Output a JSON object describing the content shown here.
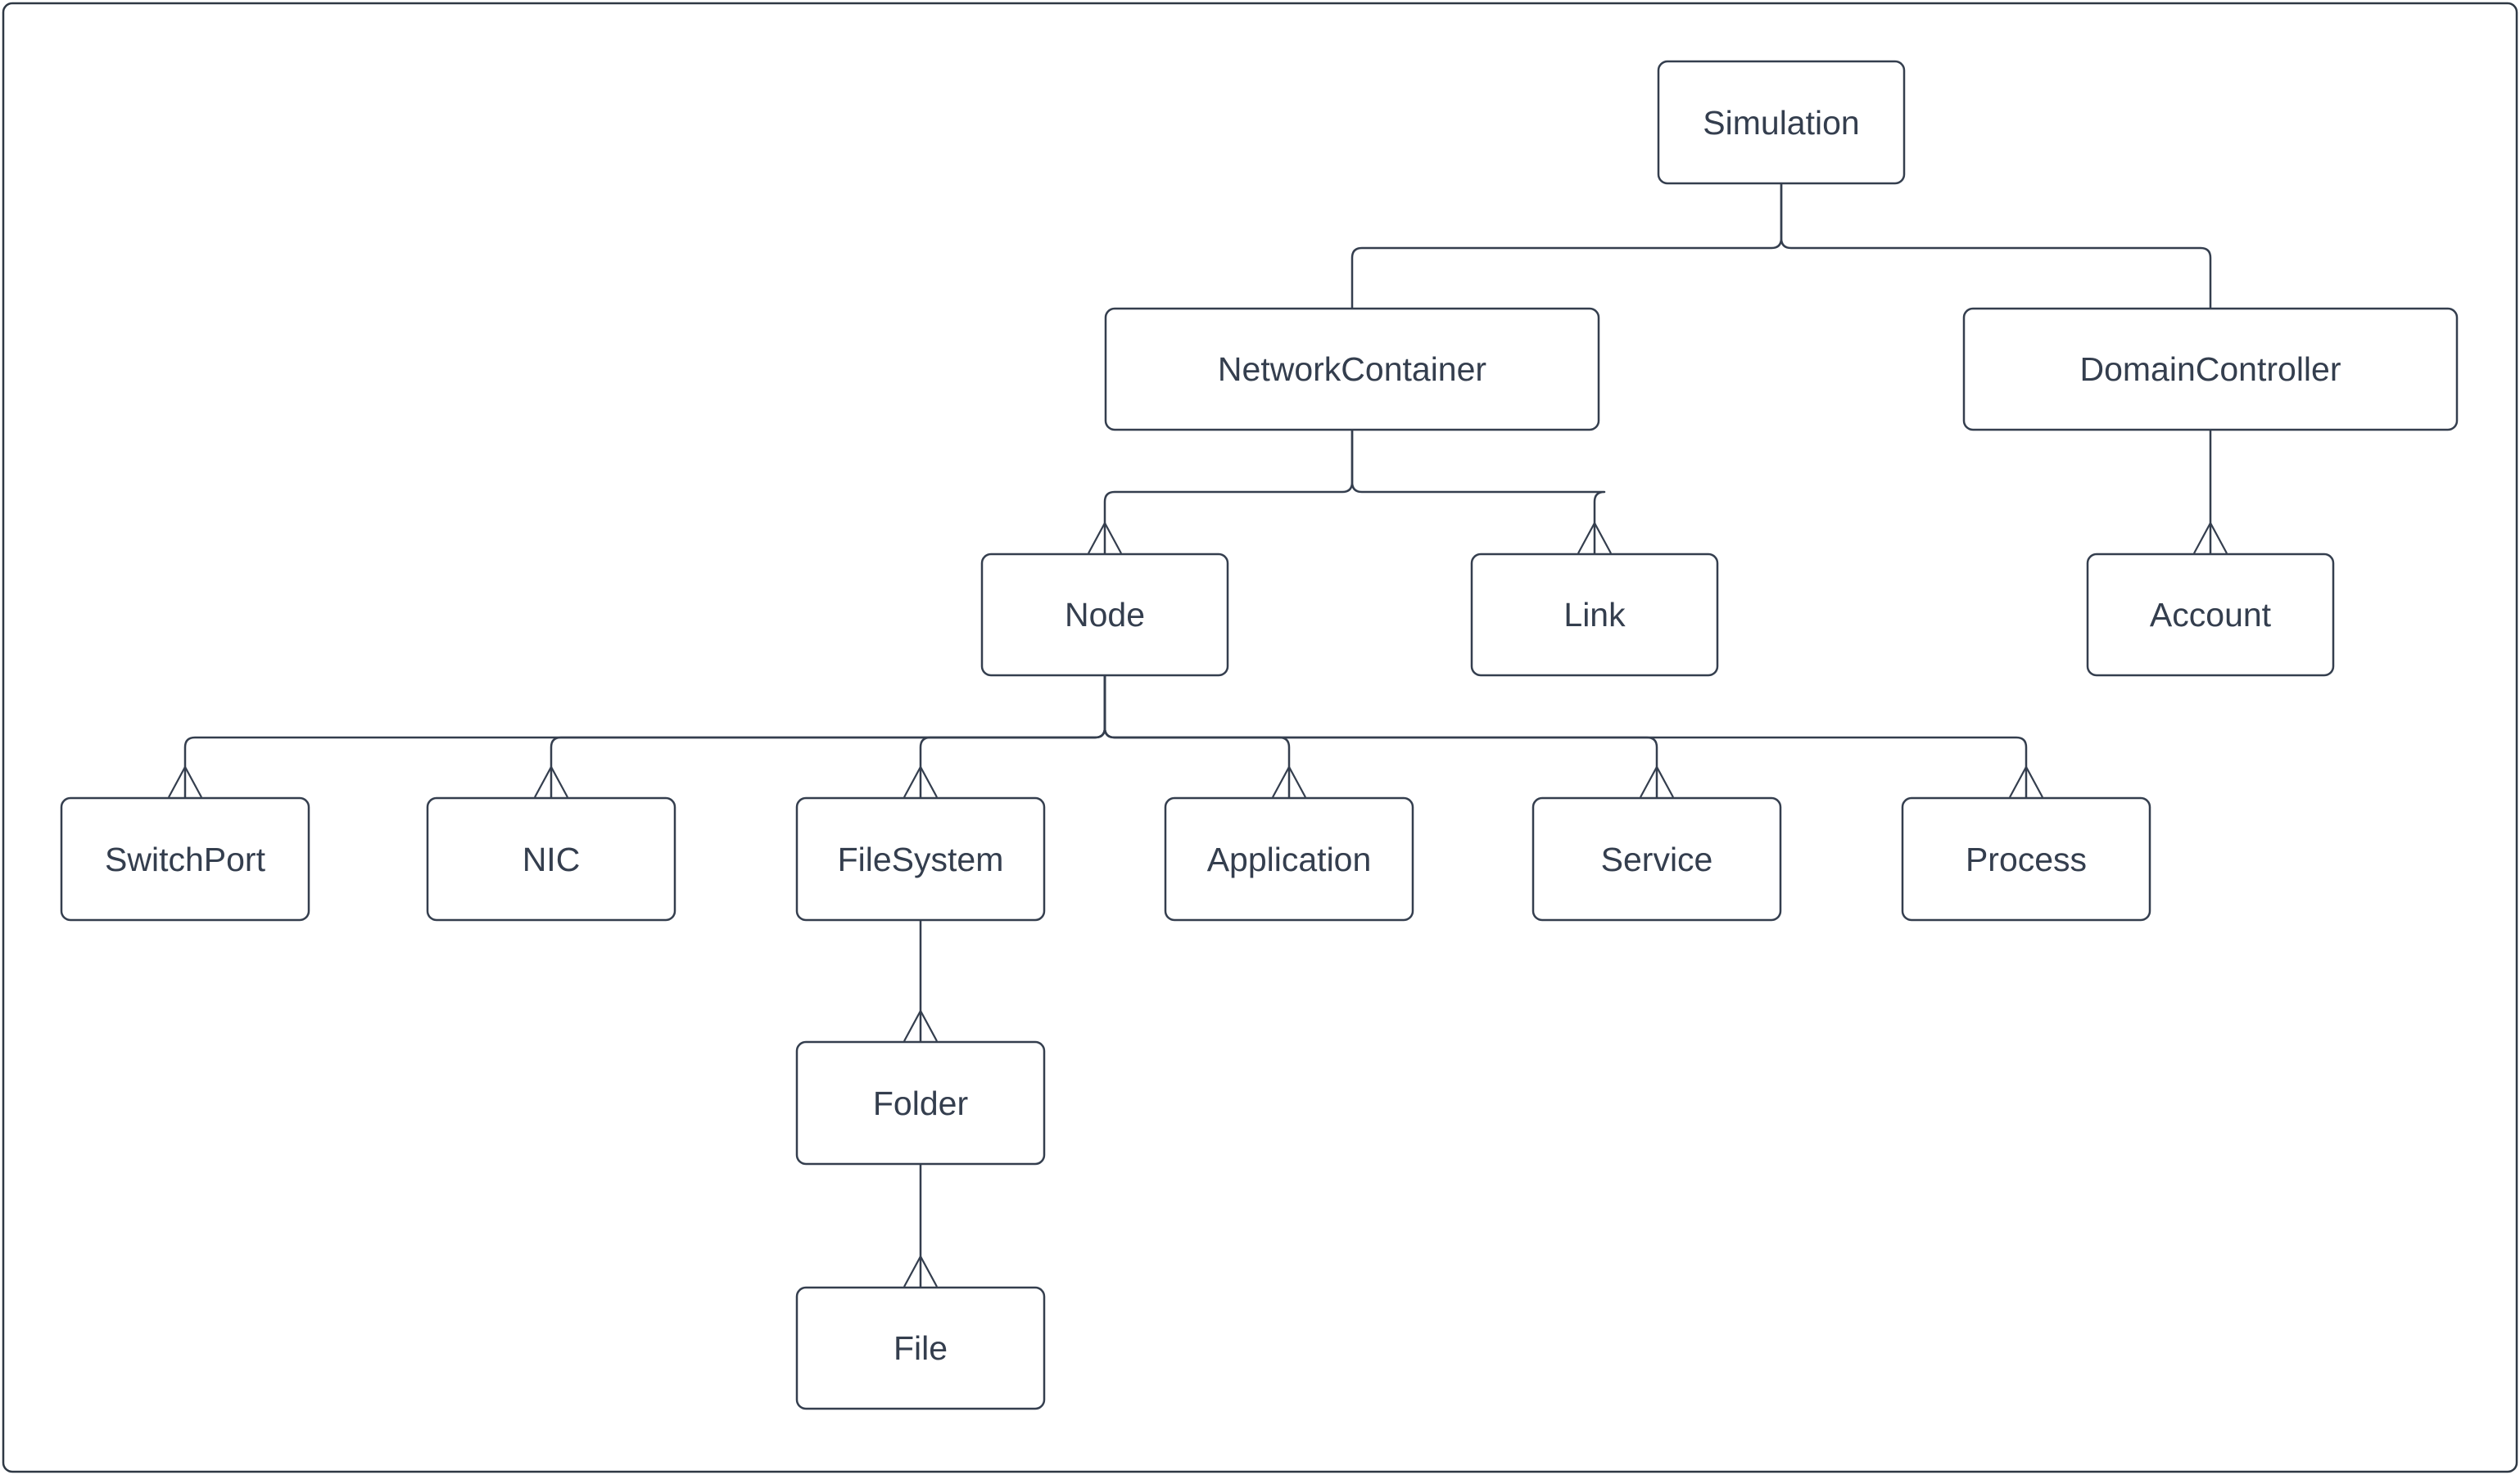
{
  "diagram": {
    "background_color": "#ffffff",
    "stroke_color": "#343e4e",
    "text_color": "#343e4e",
    "arrowhead_style": "open-triangle-up",
    "nodes": [
      {
        "id": "simulation",
        "label": "Simulation"
      },
      {
        "id": "network-container",
        "label": "NetworkContainer"
      },
      {
        "id": "domain-controller",
        "label": "DomainController"
      },
      {
        "id": "node",
        "label": "Node"
      },
      {
        "id": "link",
        "label": "Link"
      },
      {
        "id": "account",
        "label": "Account"
      },
      {
        "id": "switch-port",
        "label": "SwitchPort"
      },
      {
        "id": "nic",
        "label": "NIC"
      },
      {
        "id": "file-system",
        "label": "FileSystem"
      },
      {
        "id": "application",
        "label": "Application"
      },
      {
        "id": "service",
        "label": "Service"
      },
      {
        "id": "process",
        "label": "Process"
      },
      {
        "id": "folder",
        "label": "Folder"
      },
      {
        "id": "file",
        "label": "File"
      }
    ],
    "edges": [
      {
        "from": "Simulation",
        "to": "NetworkContainer",
        "arrowhead": "none"
      },
      {
        "from": "Simulation",
        "to": "DomainController",
        "arrowhead": "none"
      },
      {
        "from": "NetworkContainer",
        "to": "Node",
        "arrowhead": "open-triangle-up"
      },
      {
        "from": "NetworkContainer",
        "to": "Link",
        "arrowhead": "open-triangle-up"
      },
      {
        "from": "DomainController",
        "to": "Account",
        "arrowhead": "open-triangle-up"
      },
      {
        "from": "Node",
        "to": "SwitchPort",
        "arrowhead": "open-triangle-up"
      },
      {
        "from": "Node",
        "to": "NIC",
        "arrowhead": "open-triangle-up"
      },
      {
        "from": "Node",
        "to": "FileSystem",
        "arrowhead": "open-triangle-up"
      },
      {
        "from": "Node",
        "to": "Application",
        "arrowhead": "open-triangle-up"
      },
      {
        "from": "Node",
        "to": "Service",
        "arrowhead": "open-triangle-up"
      },
      {
        "from": "Node",
        "to": "Process",
        "arrowhead": "open-triangle-up"
      },
      {
        "from": "FileSystem",
        "to": "Folder",
        "arrowhead": "open-triangle-up"
      },
      {
        "from": "Folder",
        "to": "File",
        "arrowhead": "open-triangle-up"
      }
    ]
  }
}
